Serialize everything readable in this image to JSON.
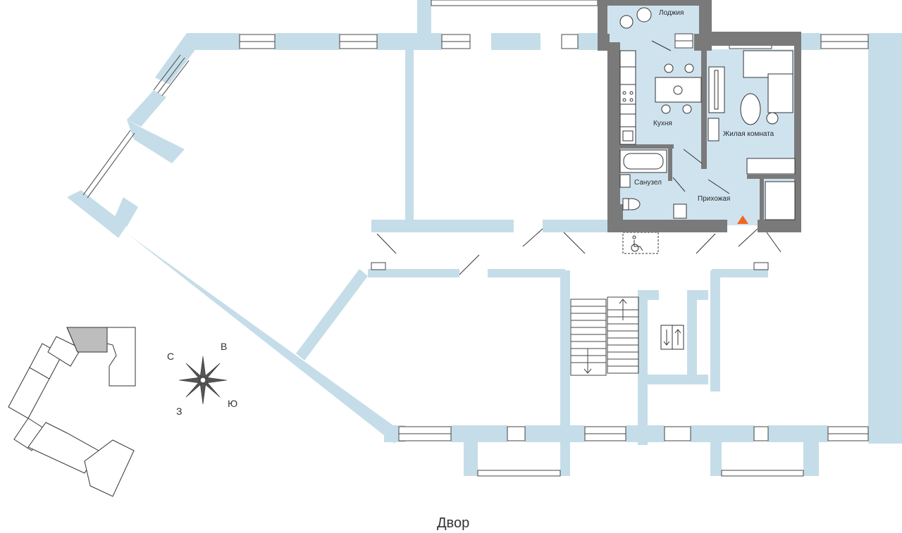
{
  "rooms": {
    "loggia": "Лоджия",
    "kitchen": "Кухня",
    "living": "Жилая комната",
    "bathroom": "Санузел",
    "hallway": "Прихожая"
  },
  "compass": {
    "north": "С",
    "east": "В",
    "south": "Ю",
    "west": "З"
  },
  "yard": "Двор",
  "colors": {
    "wall": "#c5dde8",
    "unit_fill": "#cfe3ef",
    "unit_wall": "#7a7a7a",
    "entry_marker": "#f26522",
    "line": "#333333"
  }
}
